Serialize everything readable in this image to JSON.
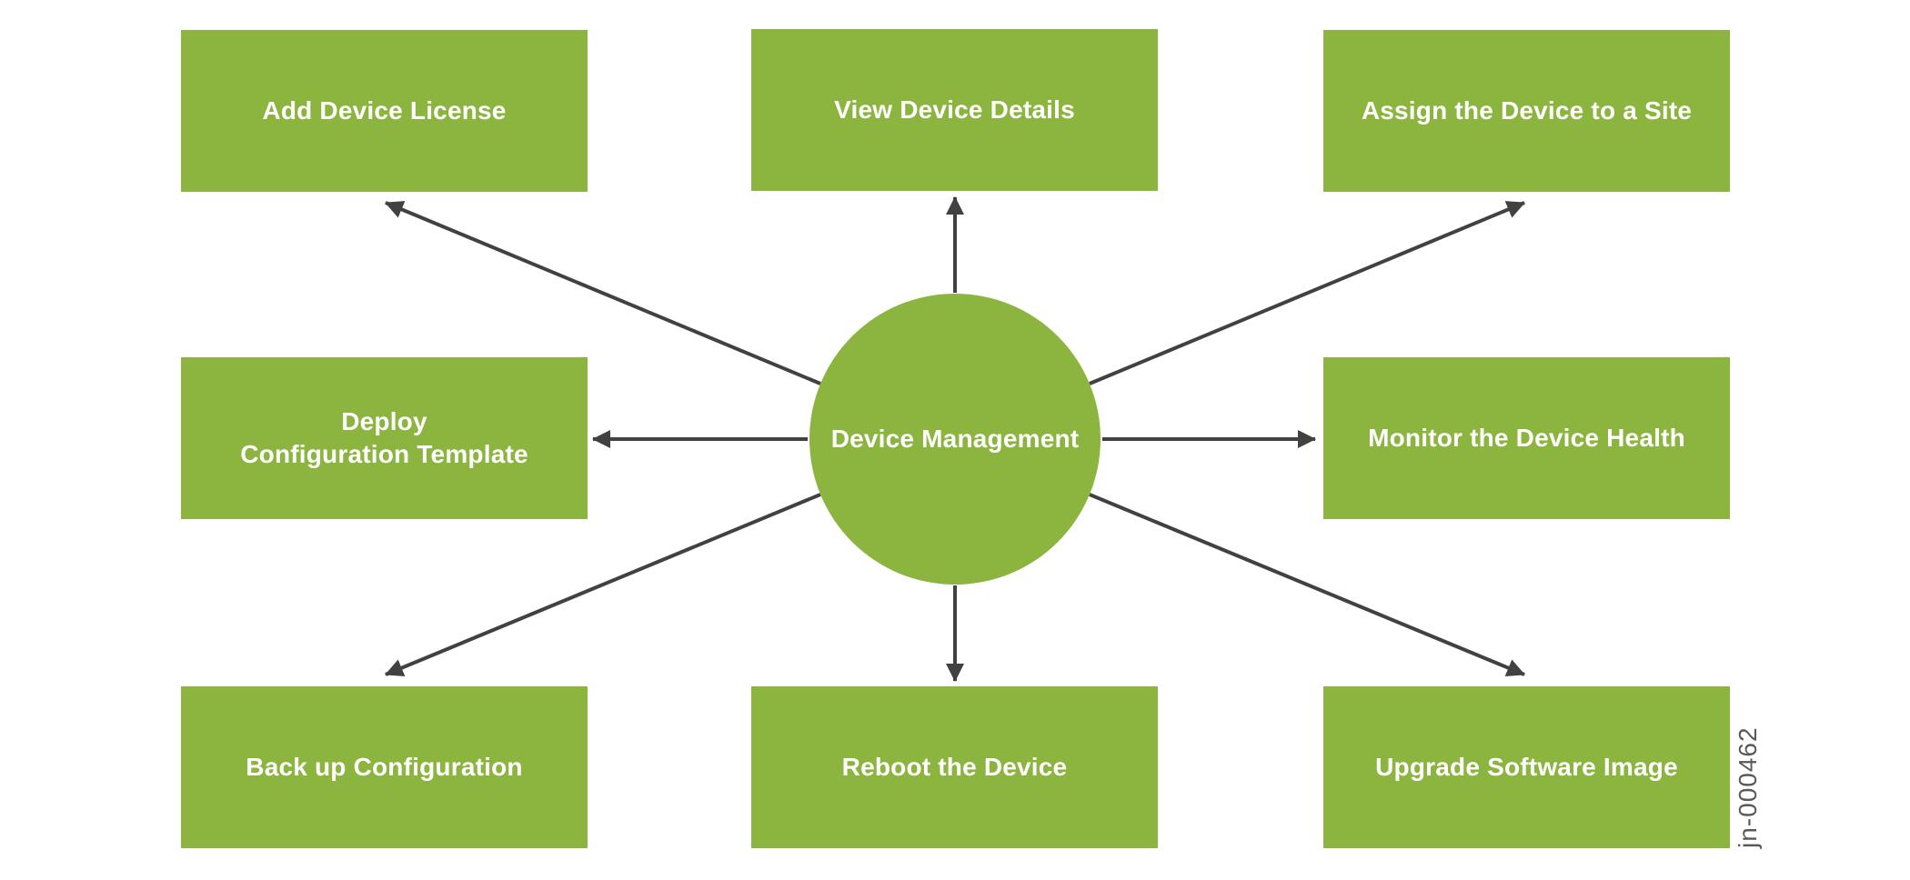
{
  "diagram": {
    "center": {
      "label": "Device Management"
    },
    "tasks": [
      {
        "id": "add-device-license",
        "label": "Add Device License"
      },
      {
        "id": "view-device-details",
        "label": "View Device Details"
      },
      {
        "id": "assign-device-to-site",
        "label": "Assign the Device to a Site"
      },
      {
        "id": "deploy-config-template",
        "label": "Deploy\nConfiguration Template"
      },
      {
        "id": "monitor-device-health",
        "label": "Monitor the Device Health"
      },
      {
        "id": "back-up-configuration",
        "label": "Back up Configuration"
      },
      {
        "id": "reboot-device",
        "label": "Reboot the Device"
      },
      {
        "id": "upgrade-software-image",
        "label": "Upgrade Software Image"
      }
    ],
    "figure_id": "jn-000462",
    "colors": {
      "node_green": "#8CB53F",
      "arrow_gray": "#414042",
      "label_text": "#FFFFFF",
      "figure_id_text": "#58595B"
    }
  }
}
